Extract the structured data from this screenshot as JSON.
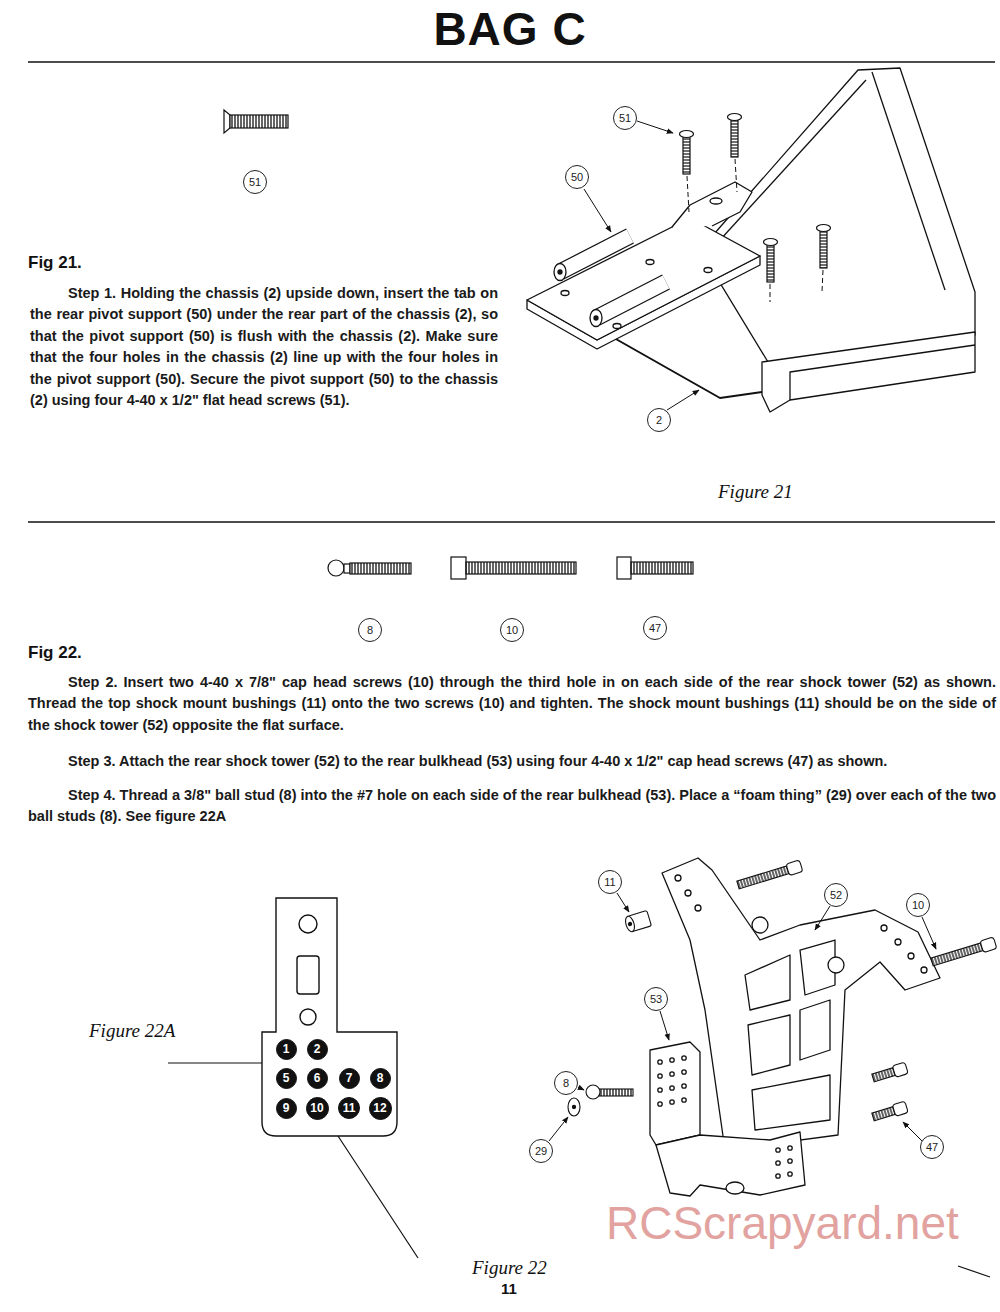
{
  "diagram": {
    "title": "BAG C",
    "nodes": [
      {
        "text": [
          "51"
        ]
      },
      {
        "text": [
          "51"
        ]
      },
      {
        "text": [
          "50"
        ]
      },
      {
        "text": [
          "2"
        ]
      },
      {
        "text": [
          "8"
        ]
      },
      {
        "text": [
          "10"
        ]
      },
      {
        "text": [
          "47"
        ]
      },
      {
        "text": [
          "11"
        ]
      },
      {
        "text": [
          "52"
        ]
      },
      {
        "text": [
          "10"
        ]
      },
      {
        "text": [
          "53"
        ]
      },
      {
        "text": [
          "8"
        ]
      },
      {
        "text": [
          "29"
        ]
      },
      {
        "text": [
          "47"
        ]
      },
      {
        "text": [
          "1"
        ]
      },
      {
        "text": [
          "2"
        ]
      },
      {
        "text": [
          "5"
        ]
      },
      {
        "text": [
          "6"
        ]
      },
      {
        "text": [
          "7"
        ]
      },
      {
        "text": [
          "8"
        ]
      },
      {
        "text": [
          "9"
        ]
      },
      {
        "text": [
          "10"
        ]
      },
      {
        "text": [
          "11"
        ]
      },
      {
        "text": [
          "12"
        ]
      }
    ],
    "labels": [
      "Fig 21.",
      "Step 1. Holding the chassis (2) upside down, insert the tab on the rear pivot support (50) under the rear part of the chassis (2), so that the pivot support (50) is flush with the chassis (2). Make sure that the four holes in the chassis (2) line up with the four holes in the pivot support (50). Secure the pivot support (50) to the chassis (2) using four 4-40 x 1/2\" flat head screws (51).",
      "Figure 21",
      "Fig 22.",
      "Step 2. Insert two 4-40 x 7/8\" cap head screws (10) through the third hole in on each side of the rear shock tower (52) as shown. Thread the top shock mount bushings (11) onto the two screws (10) and tighten. The shock mount bushings (11) should be on the side of the shock tower (52) opposite the flat surface.",
      "Step 3. Attach the rear shock tower (52) to the rear bulkhead (53) using four 4-40 x 1/2\" cap head screws (47) as shown.",
      "Step 4. Thread a 3/8\" ball stud (8) into the #7 hole on each side of the rear bulkhead (53). Place a “foam thing” (29) over each of the two ball studs (8). See figure 22A",
      "Figure 22A",
      "Figure 22",
      "11",
      "RCScrapyard.net"
    ]
  }
}
